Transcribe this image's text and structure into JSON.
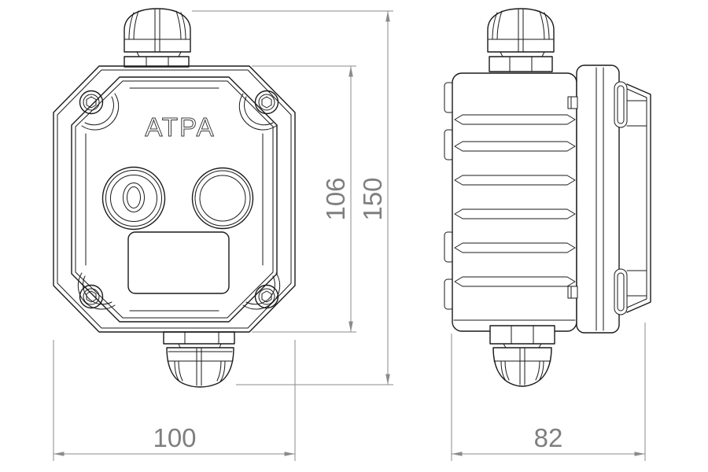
{
  "drawing": {
    "product_label": "ATPA",
    "dimensions": {
      "front_width_mm": "100",
      "body_height_mm": "106",
      "overall_height_mm": "150",
      "depth_mm": "82"
    },
    "colors": {
      "outline": "#1a1a1a",
      "dimension_line": "#8b8b8b",
      "dimension_text": "#7f7f7f",
      "background": "#ffffff"
    }
  }
}
